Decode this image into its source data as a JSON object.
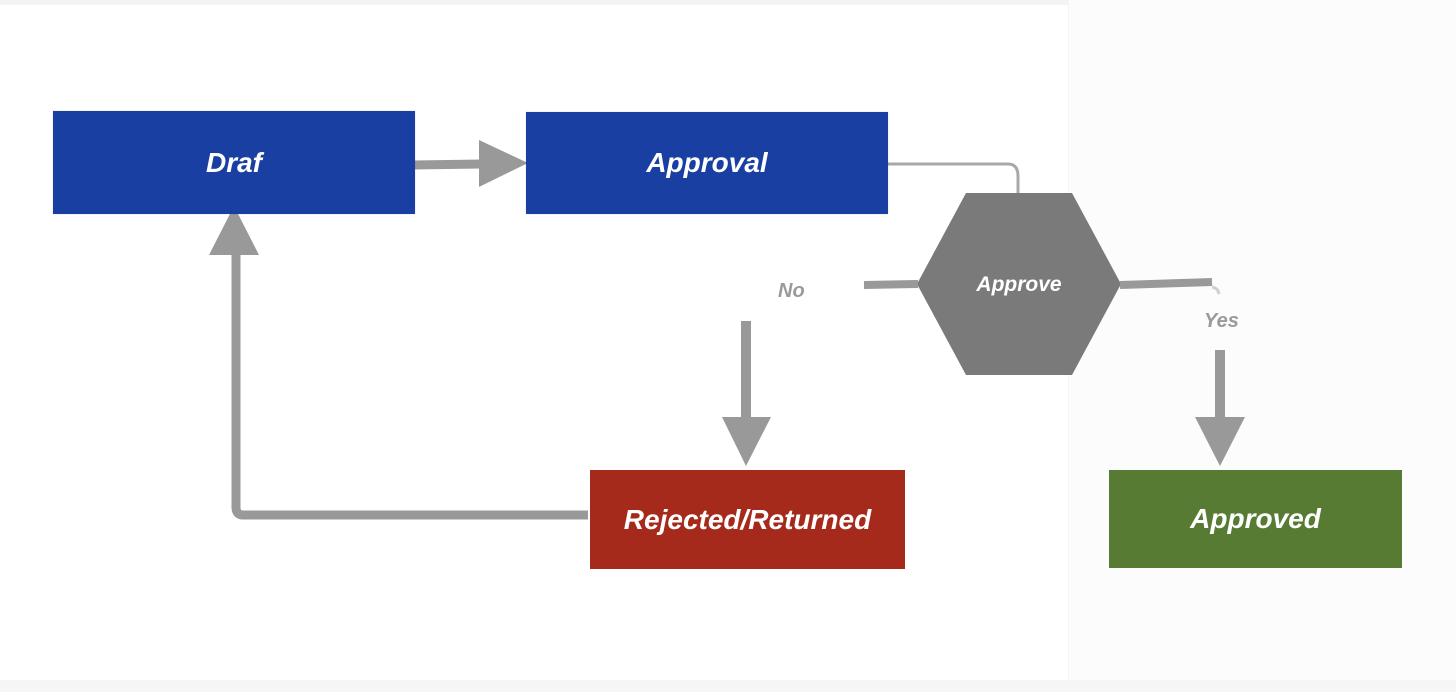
{
  "nodes": {
    "draft": "Draf",
    "approval": "Approval",
    "decision": "Approve",
    "rejected": "Rejected/Returned",
    "approved": "Approved"
  },
  "edges": {
    "no_label": "No",
    "yes_label": "Yes"
  },
  "colors": {
    "draft_box": "#1a3fa3",
    "approval_box": "#1a3fa3",
    "decision_hexagon": "#7a7a7a",
    "rejected_box": "#a52a1b",
    "approved_box": "#587b34",
    "connector": "#999999",
    "edge_label": "#9a9a9a"
  }
}
